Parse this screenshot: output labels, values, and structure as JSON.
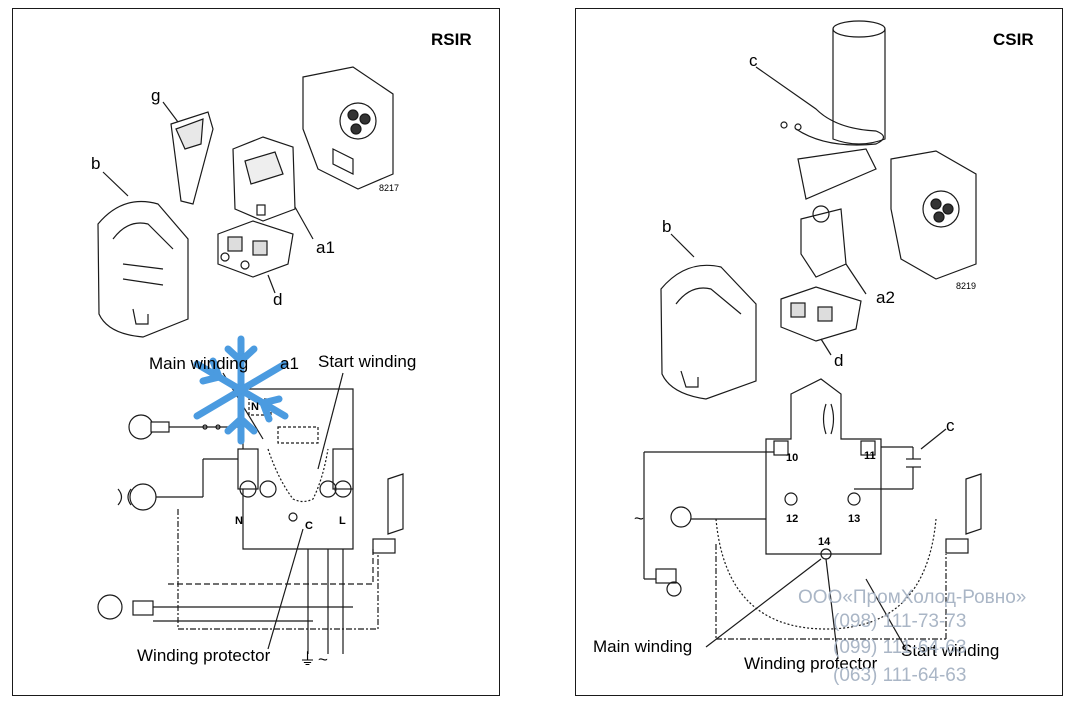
{
  "left_panel": {
    "title": "RSIR",
    "figure_number": "8217",
    "part_labels": {
      "g": "g",
      "b": "b",
      "a1": "a1",
      "d": "d"
    },
    "wiring": {
      "main_winding": "Main winding",
      "a1": "a1",
      "start_winding": "Start winding",
      "winding_protector": "Winding protector",
      "terminal_n_top": "N",
      "terminal_n_bottom": "N",
      "terminal_l": "L",
      "terminal_c": "C",
      "earth_symbol": "⏚",
      "ac_symbol": "~"
    }
  },
  "right_panel": {
    "title": "CSIR",
    "figure_number": "8219",
    "part_labels": {
      "c": "c",
      "b": "b",
      "a2": "a2",
      "d": "d"
    },
    "wiring": {
      "capacitor_label": "c",
      "terminal_10": "10",
      "terminal_11": "11",
      "terminal_12": "12",
      "terminal_13": "13",
      "terminal_14": "14",
      "main_winding": "Main winding",
      "winding_protector": "Winding protector",
      "start_winding": "Start winding",
      "ac_symbol": "~"
    }
  },
  "watermark": {
    "company": "ООО«ПромХолод-Ровно»",
    "phone_1": "(098) 111-73-73",
    "phone_2": "(099) 111-64-63",
    "phone_3": "(063) 111-64-63"
  },
  "colors": {
    "line": "#1a1a1a",
    "snowflake": "#4b9be0",
    "watermark": "#aab6c6"
  }
}
